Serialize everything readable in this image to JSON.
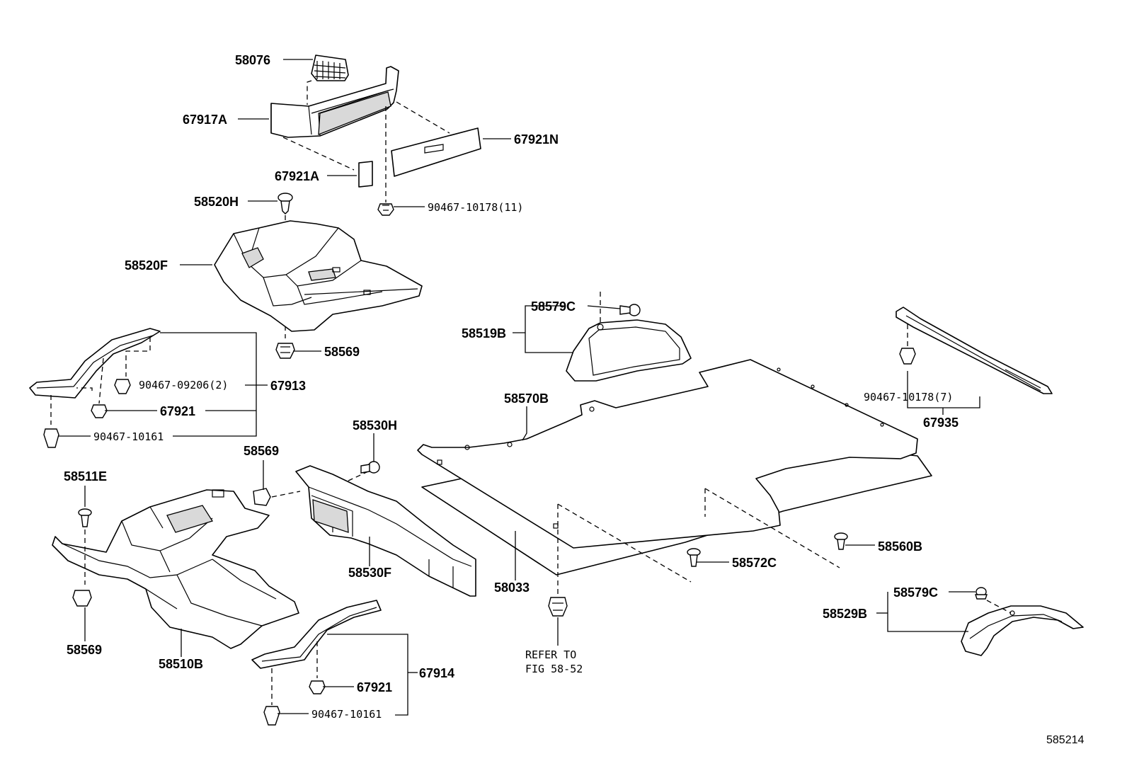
{
  "diagram_id": "585214",
  "labels": {
    "p58076": "58076",
    "p67917A": "67917A",
    "p67921N": "67921N",
    "p67921A": "67921A",
    "p58520H": "58520H",
    "p90467_10178_11": "90467-10178(11)",
    "p58520F": "58520F",
    "p58579C_top": "58579C",
    "p58519B": "58519B",
    "p58569_mid": "58569",
    "p90467_09206_2": "90467-09206(2)",
    "p67913": "67913",
    "p67921_left": "67921",
    "p90467_10161_left": "90467-10161",
    "p58570B": "58570B",
    "p90467_10178_7": "90467-10178(7)",
    "p67935": "67935",
    "p58530H": "58530H",
    "p58569_center": "58569",
    "p58511E": "58511E",
    "p58530F": "58530F",
    "p58033": "58033",
    "p58572C": "58572C",
    "p58560B": "58560B",
    "p58579C_right": "58579C",
    "p58529B": "58529B",
    "p58569_bottom": "58569",
    "p58510B": "58510B",
    "p67914": "67914",
    "p67921_bottom": "67921",
    "p90467_10161_bottom": "90467-10161",
    "refer_line1": "REFER TO",
    "refer_line2": "FIG 58-52"
  }
}
